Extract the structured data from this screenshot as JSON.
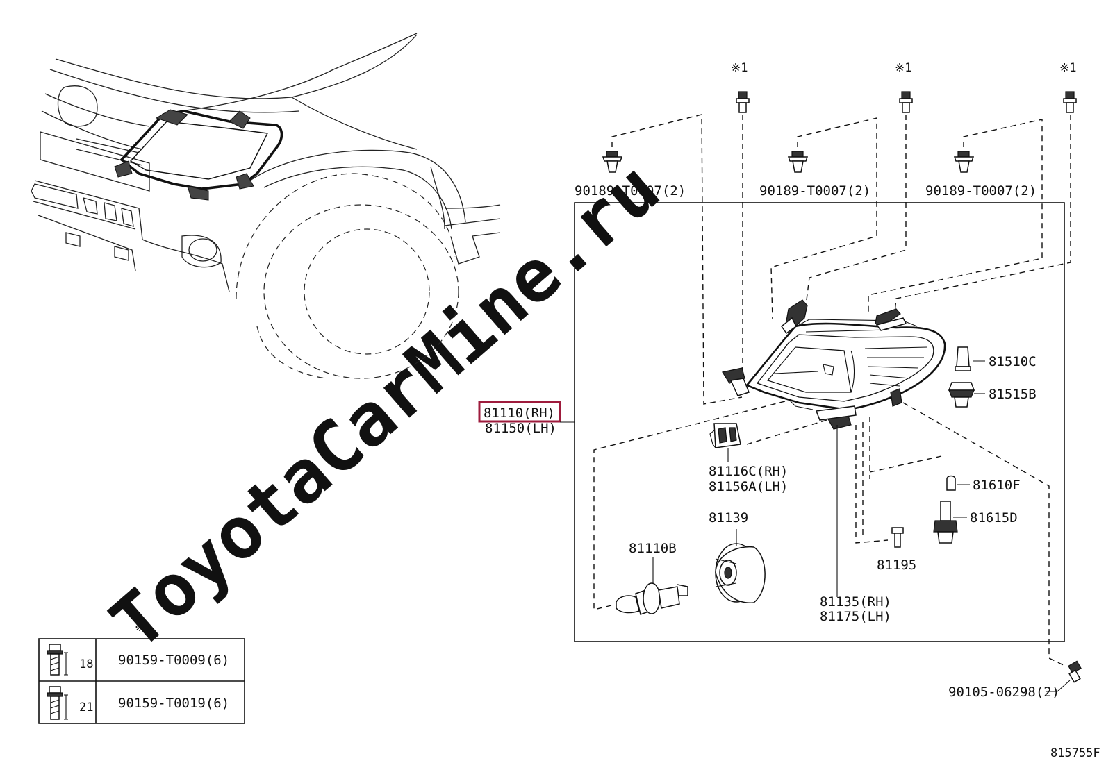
{
  "watermark": "ToyotaCarMine.ru",
  "diagram_code": "815755F",
  "colors": {
    "highlight": "#9e1b3c",
    "ink": "#111111",
    "watermark": "#e3e3e3"
  },
  "footnote_marks": [
    "※1",
    "※1",
    "※1",
    "※1"
  ],
  "parts": {
    "clip_1": "90189-T0007(2)",
    "clip_2": "90189-T0007(2)",
    "clip_3": "90189-T0007(2)",
    "headlamp_rh": "81110(RH)",
    "headlamp_lh": "81150(LH)",
    "bulb_81510c": "81510C",
    "socket_81515b": "81515B",
    "bracket_rh": "81116C(RH)",
    "bracket_lh": "81156A(LH)",
    "bulb_81610f": "81610F",
    "socket_81615d": "81615D",
    "cover_81139": "81139",
    "bulb_81110b": "81110B",
    "screw_81195": "81195",
    "housing_rh": "81135(RH)",
    "housing_lh": "81175(LH)",
    "bolt_90105": "90105-06298(2)"
  },
  "bolt_table": {
    "rows": [
      {
        "length": "18",
        "part": "90159-T0009(6)"
      },
      {
        "length": "21",
        "part": "90159-T0019(6)"
      }
    ]
  }
}
